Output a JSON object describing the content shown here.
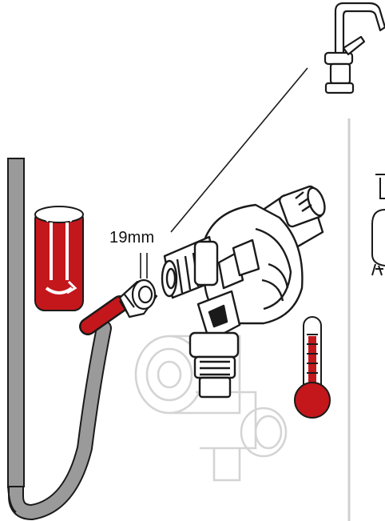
{
  "dimension_label": "19mm",
  "icons": {
    "faucet": "kitchen-faucet-icon",
    "hose": "flexible-hose",
    "flow": "flow-direction-sleeve",
    "valve": "mixing-valve",
    "thermometer": "hot-thermometer-icon",
    "shutoff": "angle-stop-valve"
  },
  "colors": {
    "accent_red": "#c4171c",
    "line": "#1a1a1a",
    "hose_gray": "#9a9a9a",
    "faded": "#d4d4d4",
    "divider": "#cfcfcf"
  }
}
